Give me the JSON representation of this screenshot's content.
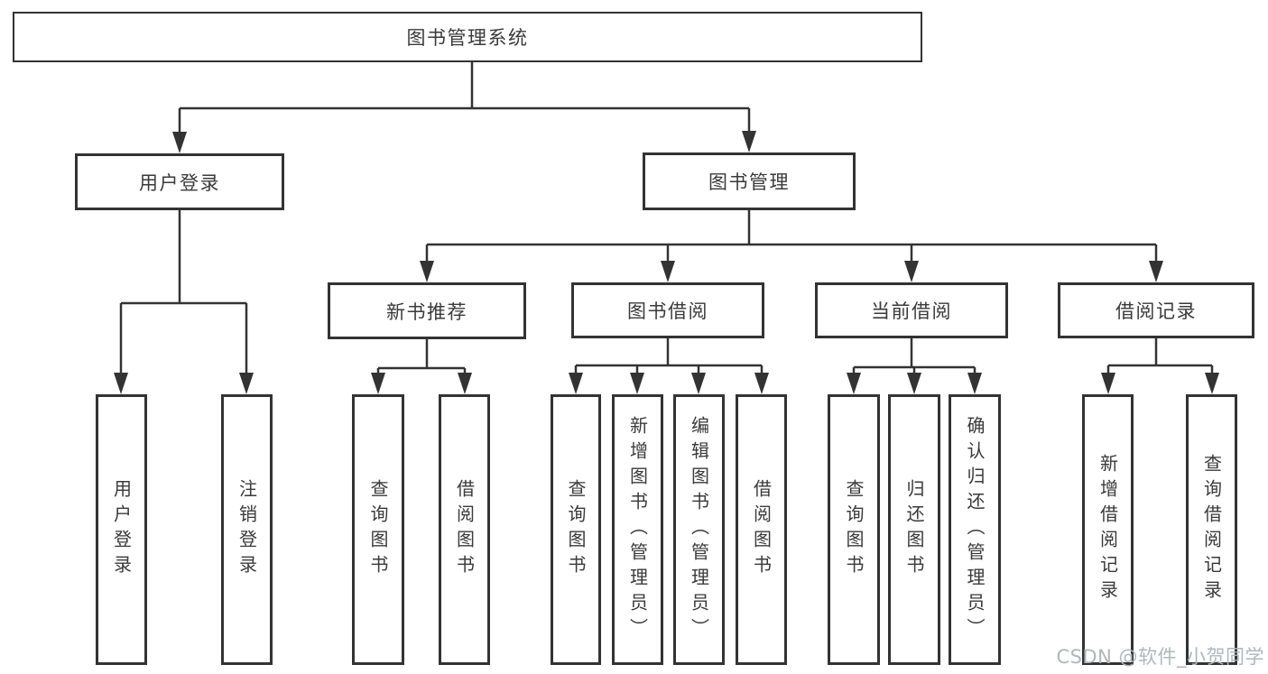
{
  "tree": {
    "label": "图书管理系统",
    "children": [
      {
        "label": "用户登录",
        "children": [
          {
            "label": "用户登录"
          },
          {
            "label": "注销登录"
          }
        ]
      },
      {
        "label": "图书管理",
        "children": [
          {
            "label": "新书推荐",
            "children": [
              {
                "label": "查询图书"
              },
              {
                "label": "借阅图书"
              }
            ]
          },
          {
            "label": "图书借阅",
            "children": [
              {
                "label": "查询图书"
              },
              {
                "label": "新增图书（管理员）"
              },
              {
                "label": "编辑图书（管理员）"
              },
              {
                "label": "借阅图书"
              }
            ]
          },
          {
            "label": "当前借阅",
            "children": [
              {
                "label": "查询图书"
              },
              {
                "label": "归还图书"
              },
              {
                "label": "确认归还（管理员）"
              }
            ]
          },
          {
            "label": "借阅记录",
            "children": [
              {
                "label": "新增借阅记录"
              },
              {
                "label": "查询借阅记录"
              }
            ]
          }
        ]
      }
    ]
  },
  "watermark": {
    "text": "CSDN @软件_小贺同学"
  },
  "colors": {
    "line": "#333333",
    "text": "#3a3a3a",
    "background": "#ffffff",
    "watermark": "#b2b5ba"
  }
}
